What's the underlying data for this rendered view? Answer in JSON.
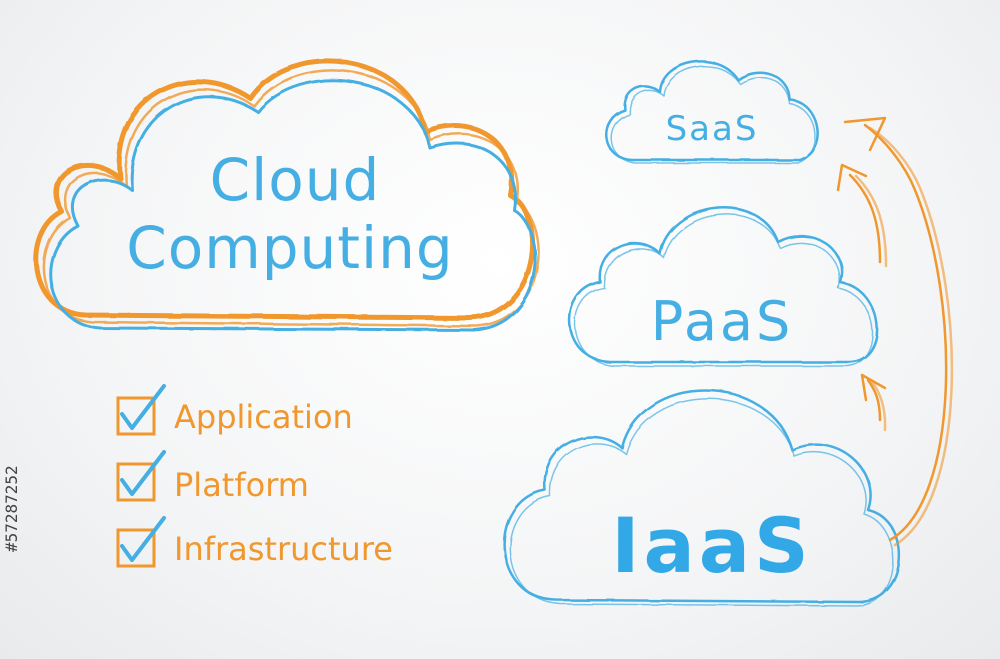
{
  "main_cloud": {
    "line1": "Cloud",
    "line2": "Computing"
  },
  "checklist": [
    {
      "label": "Application",
      "checked": true
    },
    {
      "label": "Platform",
      "checked": true
    },
    {
      "label": "Infrastructure",
      "checked": true
    }
  ],
  "tiers": {
    "saas": "SaaS",
    "paas": "PaaS",
    "iaas": "IaaS"
  },
  "stock_id": "#57287252",
  "colors": {
    "blue": "#45aee3",
    "orange": "#f0972e",
    "background": "#f4f5f6"
  },
  "icons": {
    "check": "checkmark-icon",
    "arrow": "arrow-up-icon"
  }
}
